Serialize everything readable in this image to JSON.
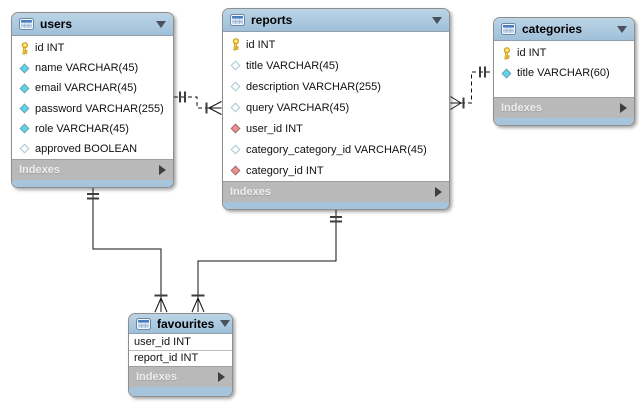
{
  "colors": {
    "table_header_blue": "#a6c4db",
    "indexes_bar_gray": "#b9b9b9",
    "primary_key_yellow": "#ffd84d",
    "attribute_cyan": "#59d6e7",
    "foreign_key_red": "#e9918c",
    "connector_black": "#111111",
    "canvas_background": "#ffffff"
  },
  "tables": [
    {
      "title": "users",
      "header_icon": "table-icon",
      "collapse_icon": "triangle-down-icon",
      "expand_icon": "triangle-right-icon",
      "indexes_label": "Indexes",
      "fields": [
        {
          "icon": "key-icon",
          "label": "id INT"
        },
        {
          "icon": "diamond-filled-icon",
          "label": "name VARCHAR(45)"
        },
        {
          "icon": "diamond-filled-icon",
          "label": "email VARCHAR(45)"
        },
        {
          "icon": "diamond-filled-icon",
          "label": "password VARCHAR(255)"
        },
        {
          "icon": "diamond-filled-icon",
          "label": "role VARCHAR(45)"
        },
        {
          "icon": "diamond-hollow-icon",
          "label": "approved BOOLEAN"
        }
      ]
    },
    {
      "title": "reports",
      "header_icon": "table-icon",
      "collapse_icon": "triangle-down-icon",
      "expand_icon": "triangle-right-icon",
      "indexes_label": "Indexes",
      "fields": [
        {
          "icon": "key-icon",
          "label": "id INT"
        },
        {
          "icon": "diamond-hollow-icon",
          "label": "title VARCHAR(45)"
        },
        {
          "icon": "diamond-hollow-icon",
          "label": "description VARCHAR(255)"
        },
        {
          "icon": "diamond-hollow-icon",
          "label": "query VARCHAR(45)"
        },
        {
          "icon": "diamond-fk-icon",
          "label": "user_id INT"
        },
        {
          "icon": "diamond-hollow-icon",
          "label": "category_category_id VARCHAR(45)"
        },
        {
          "icon": "diamond-fk-icon",
          "label": "category_id INT"
        }
      ]
    },
    {
      "title": "categories",
      "header_icon": "table-icon",
      "collapse_icon": "triangle-down-icon",
      "expand_icon": "triangle-right-icon",
      "indexes_label": "Indexes",
      "fields": [
        {
          "icon": "key-icon",
          "label": "id INT"
        },
        {
          "icon": "diamond-filled-icon",
          "label": "title VARCHAR(60)"
        }
      ]
    },
    {
      "title": "favourites",
      "header_icon": "table-icon",
      "collapse_icon": "triangle-down-icon",
      "expand_icon": "triangle-right-icon",
      "indexes_label": "Indexes",
      "fields": [
        {
          "icon": "none",
          "label": "user_id INT"
        },
        {
          "icon": "none",
          "label": "report_id INT"
        }
      ]
    }
  ],
  "relationships": [
    {
      "from": "users",
      "to": "reports",
      "cardinality": "one-to-many",
      "line_style": "dashed"
    },
    {
      "from": "categories",
      "to": "reports",
      "cardinality": "one-to-many",
      "line_style": "dashed"
    },
    {
      "from": "users",
      "to": "favourites",
      "cardinality": "one-to-many",
      "line_style": "solid"
    },
    {
      "from": "reports",
      "to": "favourites",
      "cardinality": "one-to-many",
      "line_style": "solid"
    }
  ]
}
